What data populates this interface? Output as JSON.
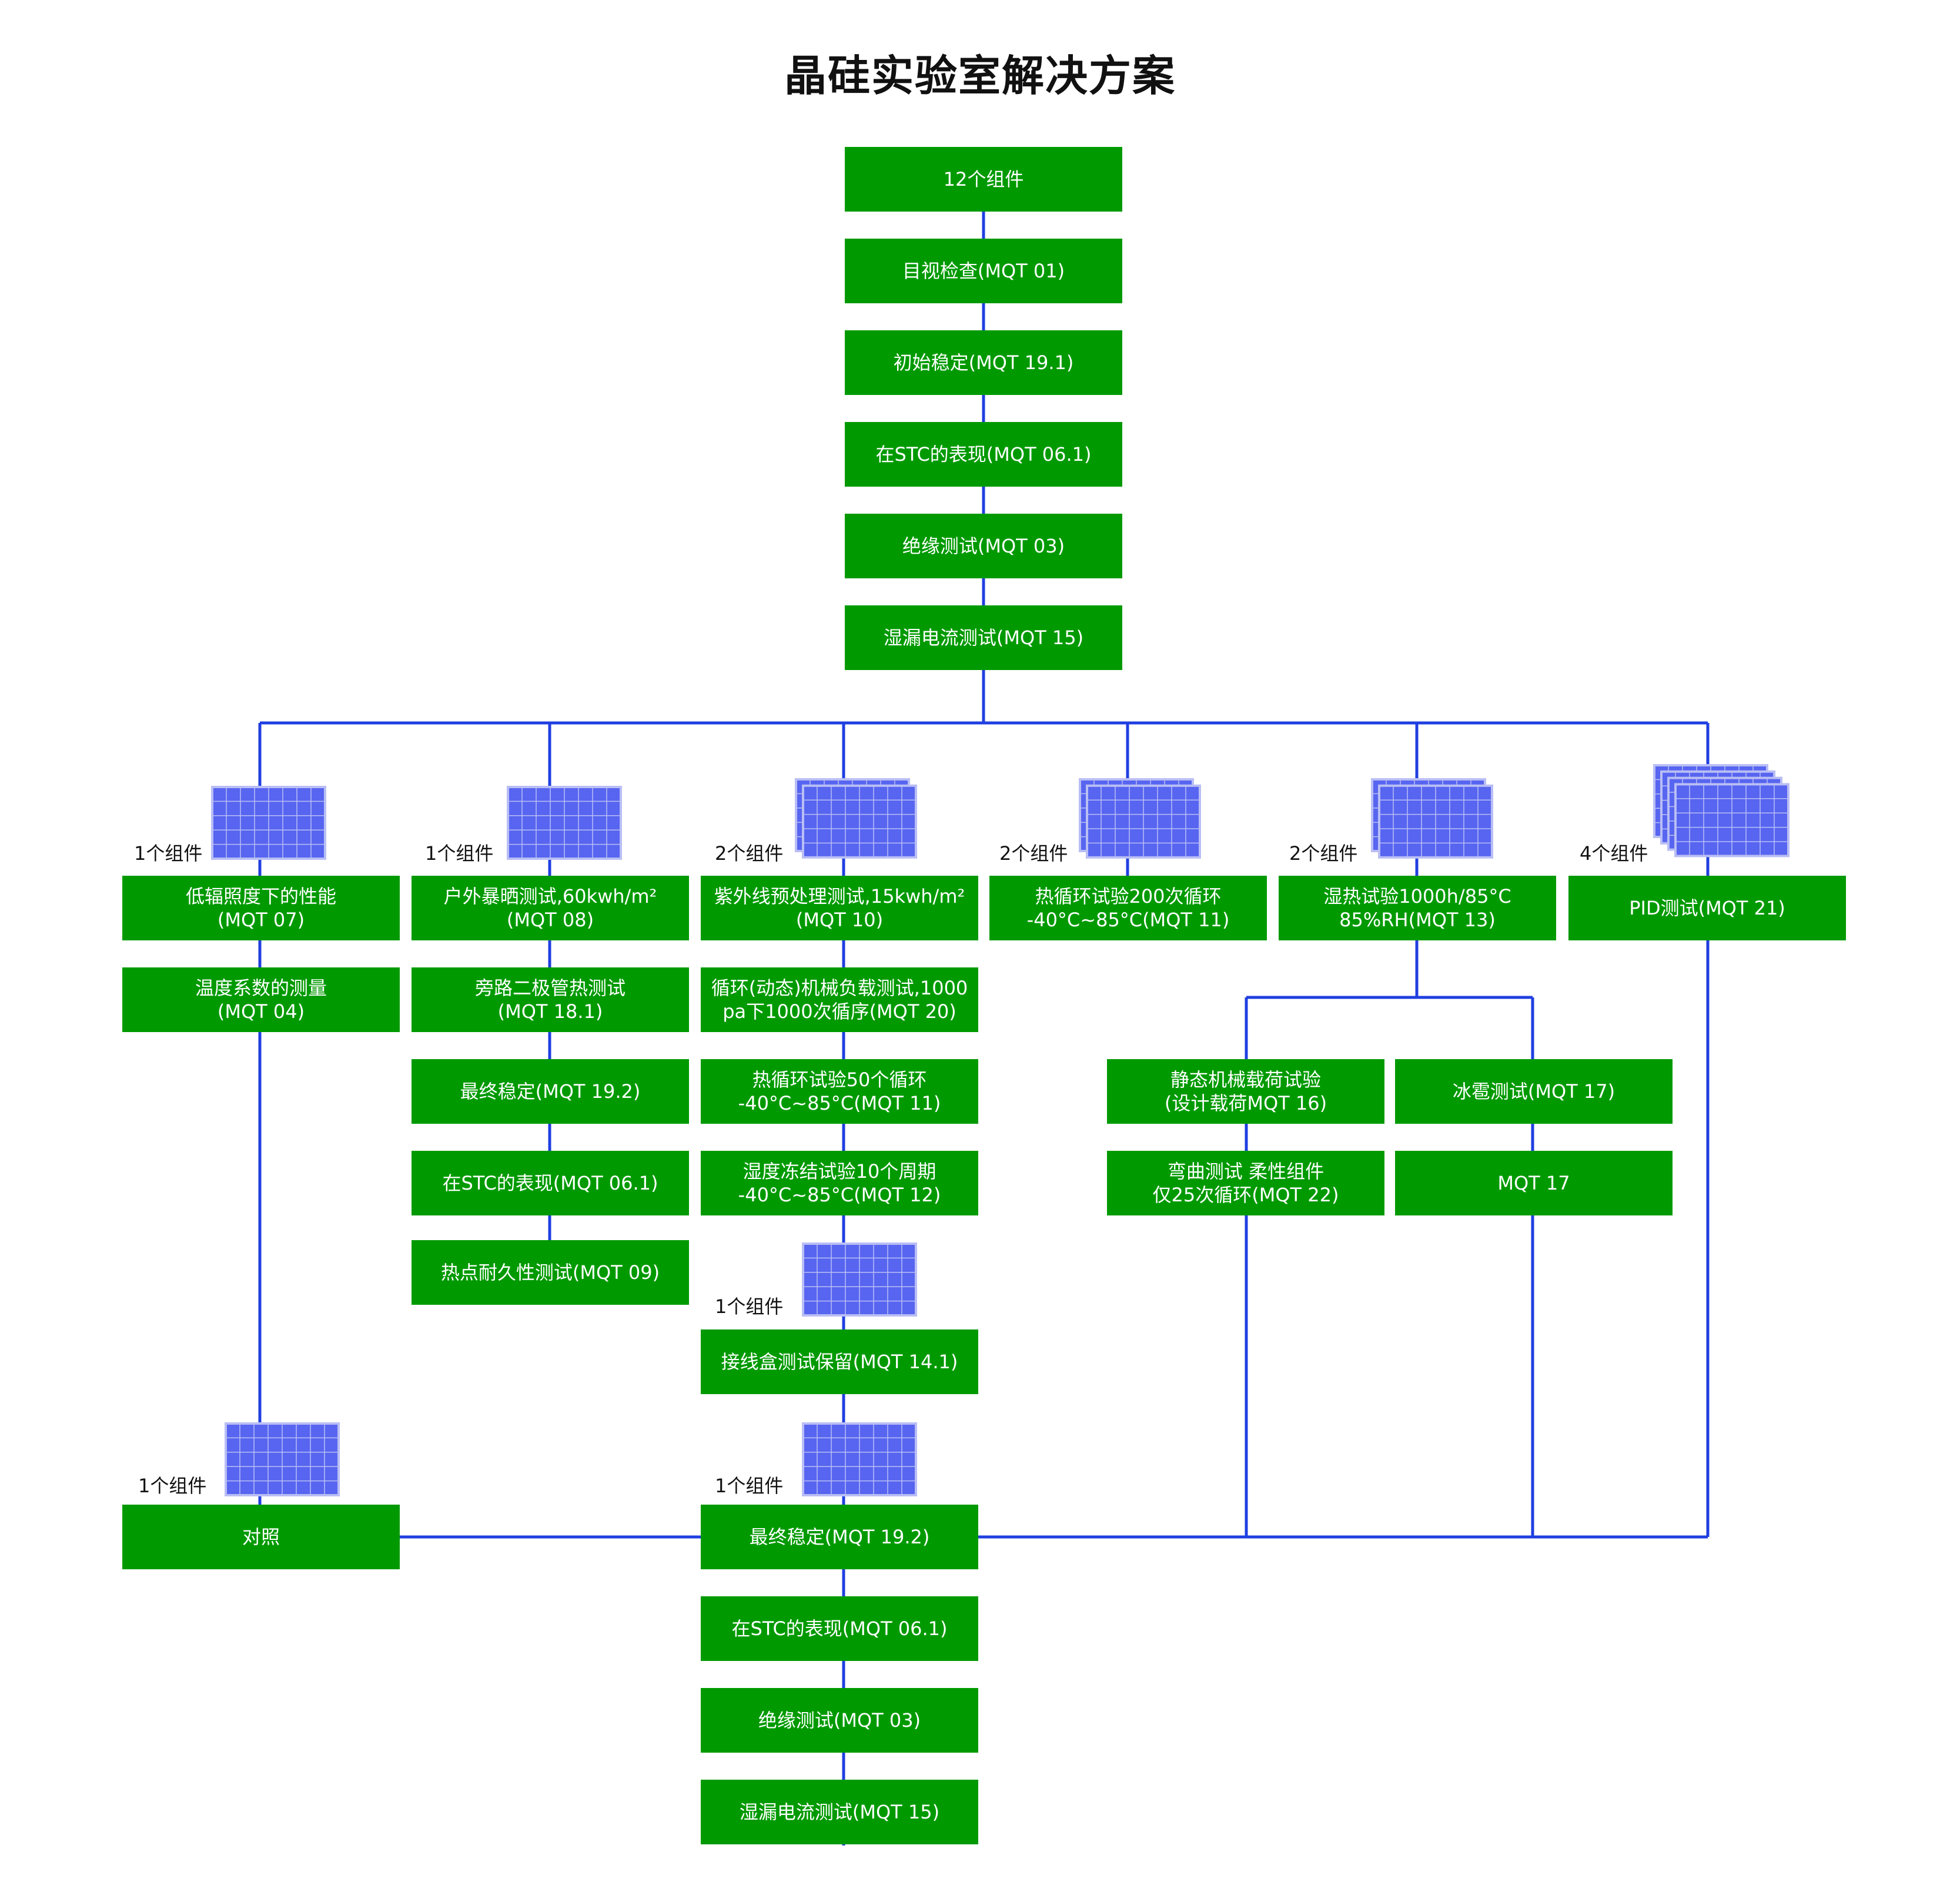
{
  "title": "晶硅实验室解决方案",
  "colors": {
    "box": "#009a00",
    "wire": "#1f3fe0",
    "panel_fill": "#5765f0",
    "panel_border": "#b9bef5"
  },
  "main": [
    "12个组件",
    "目视检查(MQT 01)",
    "初始稳定(MQT 19.1)",
    "在STC的表现(MQT 06.1)",
    "绝缘测试(MQT 03)",
    "湿漏电流测试(MQT 15)"
  ],
  "branches": {
    "b1": {
      "count": "1个组件",
      "steps": [
        "低辐照度下的性能\n(MQT 07)",
        "温度系数的测量\n(MQT 04)"
      ]
    },
    "b2": {
      "count": "1个组件",
      "steps": [
        "户外暴晒测试,60kwh/m²\n(MQT 08)",
        "旁路二极管热测试\n(MQT 18.1)",
        "最终稳定(MQT 19.2)",
        "在STC的表现(MQT 06.1)",
        "热点耐久性测试(MQT 09)"
      ]
    },
    "b3": {
      "count": "2个组件",
      "steps": [
        "紫外线预处理测试,15kwh/m²\n(MQT 10)",
        "循环(动态)机械负载测试,1000\npa下1000次循序(MQT 20)",
        "热循环试验50个循环\n-40°C~85°C(MQT 11)",
        "湿度冻结试验10个周期\n-40°C~85°C(MQT 12)"
      ]
    },
    "b3_sub1": {
      "count": "1个组件",
      "step": "接线盒测试保留(MQT 14.1)"
    },
    "b4": {
      "count": "2个组件",
      "steps": [
        "热循环试验200次循环\n-40°C~85°C(MQT 11)"
      ]
    },
    "b5": {
      "count": "2个组件",
      "steps": [
        "湿热试验1000h/85°C\n85%RH(MQT 13)"
      ],
      "left": [
        "静态机械载荷试验\n(设计载荷MQT 16)",
        "弯曲测试 柔性组件\n仅25次循环(MQT 22)"
      ],
      "right": [
        "冰雹测试(MQT 17)",
        "MQT 17"
      ]
    },
    "b6": {
      "count": "4个组件",
      "steps": [
        "PID测试(MQT 21)"
      ]
    },
    "control": {
      "count": "1个组件",
      "step": "对照"
    },
    "final": {
      "count": "1个组件",
      "steps": [
        "最终稳定(MQT 19.2)",
        "在STC的表现(MQT 06.1)",
        "绝缘测试(MQT 03)",
        "湿漏电流测试(MQT 15)"
      ]
    }
  }
}
